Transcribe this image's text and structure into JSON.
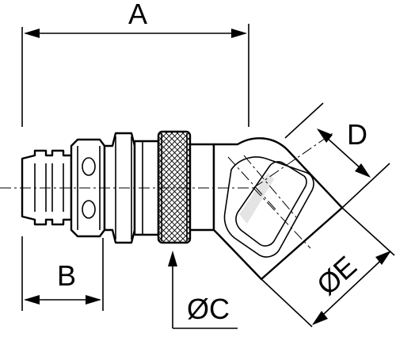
{
  "drawing": {
    "dimensions": {
      "a": {
        "label": "A"
      },
      "b": {
        "label": "B"
      },
      "c": {
        "label": "ØC"
      },
      "d": {
        "label": "D"
      },
      "e": {
        "label": "ØE"
      }
    }
  },
  "colors": {
    "line": "#000000",
    "background": "#ffffff",
    "shading": "#d9d9d9"
  }
}
